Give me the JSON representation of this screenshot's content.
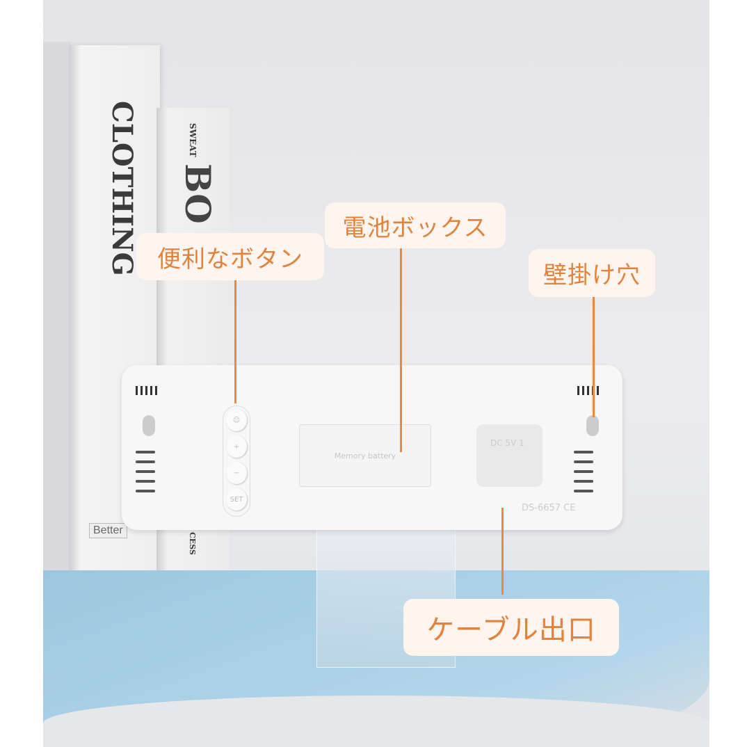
{
  "books": {
    "spine1": "CLOTHING",
    "spine2_top": "SWEAT",
    "spine2_mid": "BO",
    "spine2_bottom": "CESS",
    "badge": "Better"
  },
  "clock": {
    "battery_text": "Memory battery",
    "dc_text": "DC 5V 1",
    "model": "DS-6657 CE",
    "buttons": [
      "☺",
      "+",
      "−",
      "SET"
    ]
  },
  "labels": {
    "buttons": "便利なボタン",
    "battery": "電池ボックス",
    "wall_hole": "壁掛け穴",
    "cable": "ケーブル出口"
  },
  "colors": {
    "label_text": "#e0833f",
    "label_bg": "#fff5ee",
    "line": "#e9883e"
  }
}
